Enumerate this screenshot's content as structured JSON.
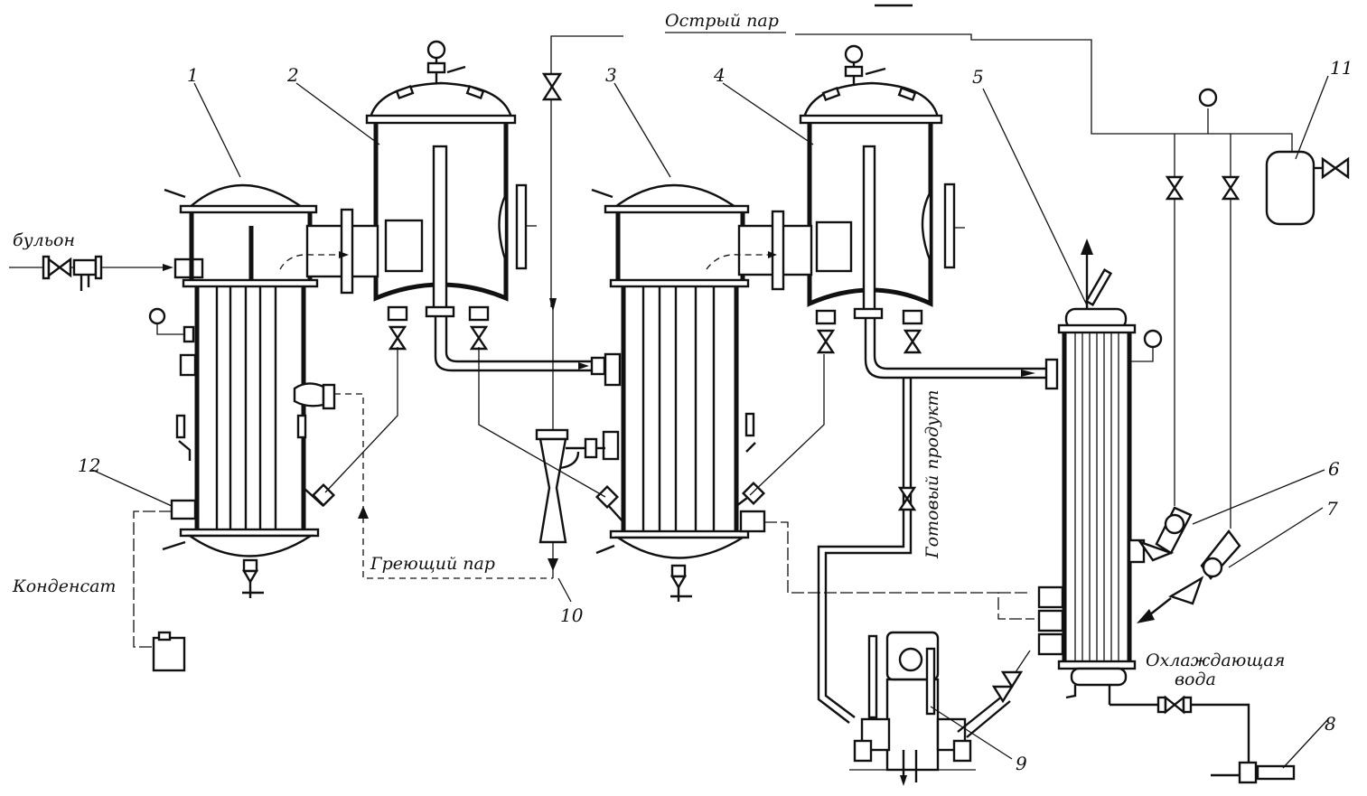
{
  "labels": {
    "live_steam": "Острый пар",
    "broth": "бульон",
    "heating_steam": "Греющий пар",
    "condensate": "Конденсат",
    "finished_product": "Готовый продукт",
    "cooling_water_1": "Охлаждающая",
    "cooling_water_2": "вода"
  },
  "numbers": {
    "n1": "1",
    "n2": "2",
    "n3": "3",
    "n4": "4",
    "n5": "5",
    "n6": "6",
    "n7": "7",
    "n8": "8",
    "n9": "9",
    "n10": "10",
    "n11": "11",
    "n12": "12"
  }
}
